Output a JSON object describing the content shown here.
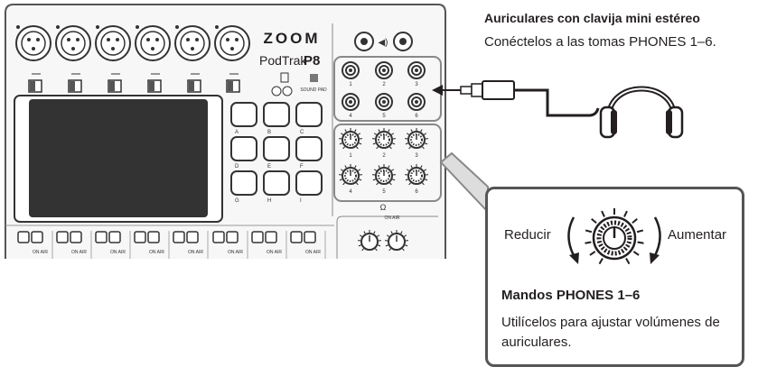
{
  "device": {
    "brand": "ZOOM",
    "model_prefix": "PodTrak",
    "model_suffix": "P8",
    "sound_pad_label": "SOUND PAD",
    "sound_pads": [
      "A",
      "B",
      "C",
      "D",
      "E",
      "F",
      "G",
      "H",
      "I"
    ],
    "phones_numbers": [
      "1",
      "2",
      "3",
      "4",
      "5",
      "6"
    ],
    "on_air_label": "ON AIR",
    "phones_symbol": "Ω"
  },
  "callout_top": {
    "heading": "Auriculares con clavija mini estéreo",
    "description": "Conéctelos a las tomas PHONES 1–6."
  },
  "callout_knob": {
    "decrease_label": "Reducir",
    "increase_label": "Aumentar",
    "title": "Mandos PHONES 1–6",
    "description": "Utilícelos para ajustar volúmenes de auriculares."
  },
  "colors": {
    "line": "#231f20",
    "grey": "#888888",
    "panel": "#f2f2f2"
  }
}
